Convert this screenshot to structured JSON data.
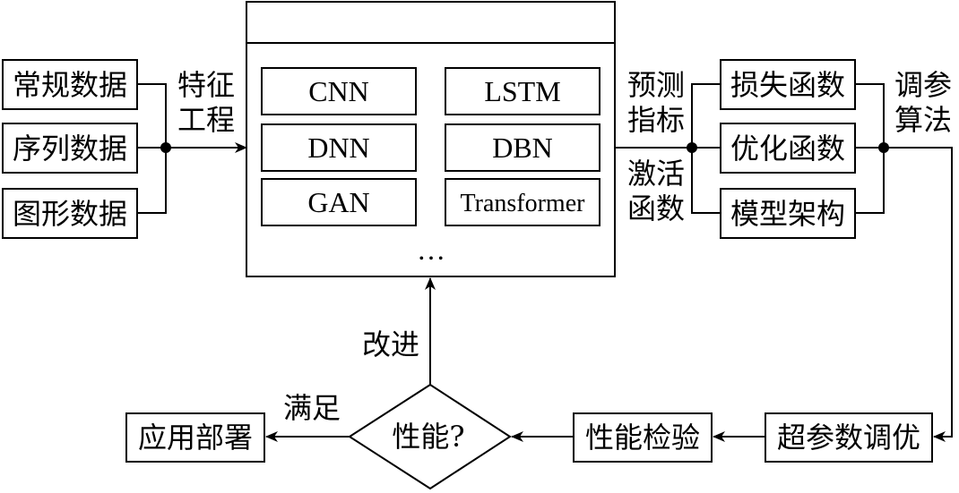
{
  "inputs": [
    "常规数据",
    "序列数据",
    "图形数据"
  ],
  "feature_engineering": [
    "特征",
    "工程"
  ],
  "models": [
    "CNN",
    "LSTM",
    "DNN",
    "DBN",
    "GAN",
    "Transformer"
  ],
  "models_more": "…",
  "middle_labels": {
    "metrics": [
      "预测",
      "指标"
    ],
    "activation": [
      "激活",
      "函数"
    ]
  },
  "components": [
    "损失函数",
    "优化函数",
    "模型架构"
  ],
  "tuning_algorithm": [
    "调参",
    "算法"
  ],
  "hyper_tuning": "超参数调优",
  "perf_check": "性能检验",
  "decision": "性能?",
  "satisfy": "满足",
  "improve": "改进",
  "deploy": "应用部署"
}
